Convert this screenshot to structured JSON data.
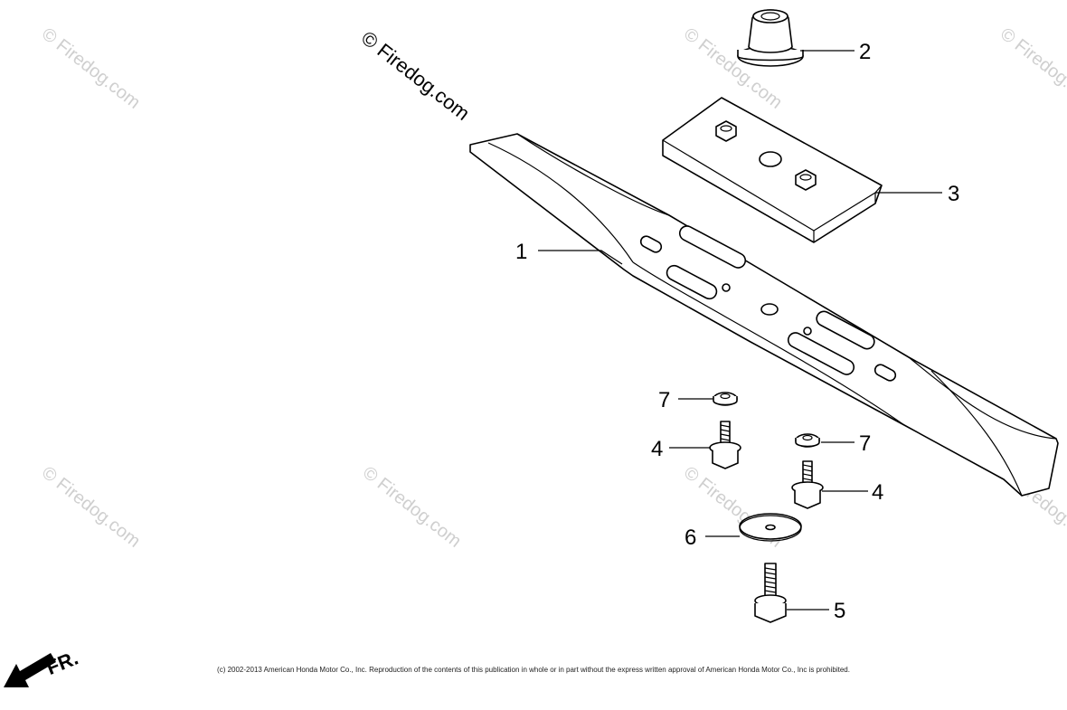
{
  "watermark": {
    "primary": "© Firedog.com",
    "faint": "© Firedog.com"
  },
  "callouts": {
    "c1": "1",
    "c2": "2",
    "c3": "3",
    "c4a": "4",
    "c4b": "4",
    "c5": "5",
    "c6": "6",
    "c7a": "7",
    "c7b": "7"
  },
  "direction": {
    "label": "FR."
  },
  "copyright": "(c) 2002-2013 American Honda Motor Co., Inc. Reproduction of the contents of this publication in whole or in part without the express written approval of American Honda Motor Co., Inc is prohibited."
}
